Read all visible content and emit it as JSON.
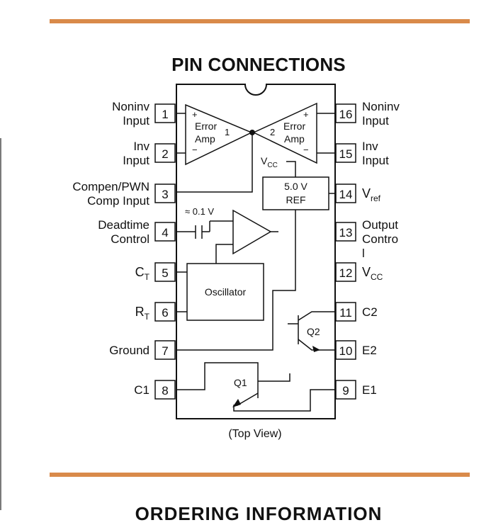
{
  "title": "PIN CONNECTIONS",
  "view_label": "(Top View)",
  "bottom_title": "ORDERING INFORMATION",
  "accent_color": "#d98a4a",
  "pins_left": [
    {
      "num": "1",
      "lines": [
        "Noninv",
        "Input"
      ]
    },
    {
      "num": "2",
      "lines": [
        "Inv",
        "Input"
      ]
    },
    {
      "num": "3",
      "lines": [
        "Compen/PWN",
        "Comp Input"
      ]
    },
    {
      "num": "4",
      "lines": [
        "Deadtime",
        "Control"
      ]
    },
    {
      "num": "5",
      "label": "C",
      "sub": "T"
    },
    {
      "num": "6",
      "label": "R",
      "sub": "T"
    },
    {
      "num": "7",
      "lines": [
        "Ground"
      ]
    },
    {
      "num": "8",
      "lines": [
        "C1"
      ]
    }
  ],
  "pins_right": [
    {
      "num": "16",
      "lines": [
        "Noninv",
        "Input"
      ]
    },
    {
      "num": "15",
      "lines": [
        "Inv",
        "Input"
      ]
    },
    {
      "num": "14",
      "label": "V",
      "sub": "ref"
    },
    {
      "num": "13",
      "lines": [
        "Output",
        "Contro",
        "l"
      ]
    },
    {
      "num": "12",
      "label": "V",
      "sub": "CC"
    },
    {
      "num": "11",
      "lines": [
        "C2"
      ]
    },
    {
      "num": "10",
      "lines": [
        "E2"
      ]
    },
    {
      "num": "9",
      "lines": [
        "E1"
      ]
    }
  ],
  "blocks": {
    "amp1": {
      "plus": "+",
      "minus": "−",
      "name_line1": "Error",
      "name_line2": "Amp",
      "number": "1"
    },
    "amp2": {
      "plus": "+",
      "minus": "−",
      "name_line1": "Error",
      "name_line2": "Amp",
      "number": "2"
    },
    "ref": {
      "line1": "5.0 V",
      "line2": "REF"
    },
    "vcc": {
      "label": "V",
      "sub": "CC"
    },
    "oscillator": "Oscillator",
    "deadtime_offset": "≈ 0.1 V",
    "q1": "Q1",
    "q2": "Q2"
  }
}
